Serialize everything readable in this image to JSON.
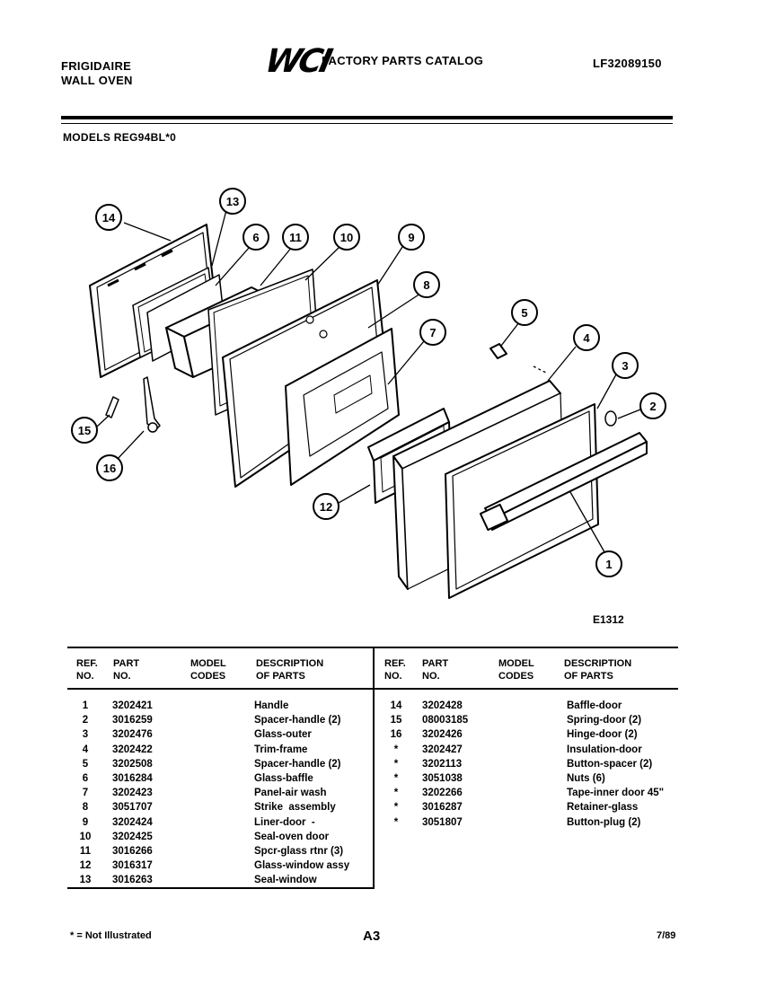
{
  "header": {
    "brand_line1": "FRIGIDAIRE",
    "brand_line2": "WALL OVEN",
    "logo_text": "WCI",
    "catalog_title": "FACTORY PARTS CATALOG",
    "catalog_number": "LF32089150",
    "models_line": "MODELS REG94BL*0"
  },
  "diagram": {
    "figure_code": "E1312",
    "callouts": [
      "1",
      "2",
      "3",
      "4",
      "5",
      "6",
      "7",
      "8",
      "9",
      "10",
      "11",
      "12",
      "13",
      "14",
      "15",
      "16"
    ]
  },
  "table": {
    "headers": {
      "ref_1": "REF.",
      "ref_2": "NO.",
      "part_1": "PART",
      "part_2": "NO.",
      "model_1": "MODEL",
      "model_2": "CODES",
      "desc_1": "DESCRIPTION",
      "desc_2": "OF PARTS"
    },
    "left_rows": [
      {
        "ref": "1",
        "part": "3202421",
        "desc": "Handle"
      },
      {
        "ref": "2",
        "part": "3016259",
        "desc": "Spacer-handle (2)"
      },
      {
        "ref": "3",
        "part": "3202476",
        "desc": "Glass-outer"
      },
      {
        "ref": "4",
        "part": "3202422",
        "desc": "Trim-frame"
      },
      {
        "ref": "5",
        "part": "3202508",
        "desc": "Spacer-handle (2)"
      },
      {
        "ref": "6",
        "part": "3016284",
        "desc": "Glass-baffle"
      },
      {
        "ref": "7",
        "part": "3202423",
        "desc": "Panel-air wash"
      },
      {
        "ref": "8",
        "part": "3051707",
        "desc": "Strike  assembly"
      },
      {
        "ref": "9",
        "part": "3202424",
        "desc": "Liner-door  -"
      },
      {
        "ref": "10",
        "part": "3202425",
        "desc": "Seal-oven door"
      },
      {
        "ref": "11",
        "part": "3016266",
        "desc": "Spcr-glass rtnr (3)"
      },
      {
        "ref": "12",
        "part": "3016317",
        "desc": "Glass-window assy"
      },
      {
        "ref": "13",
        "part": "3016263",
        "desc": "Seal-window"
      }
    ],
    "right_rows": [
      {
        "ref": "14",
        "part": "3202428",
        "desc": "Baffle-door"
      },
      {
        "ref": "15",
        "part": "08003185",
        "desc": "Spring-door (2)"
      },
      {
        "ref": "16",
        "part": "3202426",
        "desc": "Hinge-door (2)"
      },
      {
        "ref": "*",
        "part": "3202427",
        "desc": "Insulation-door"
      },
      {
        "ref": "*",
        "part": "3202113",
        "desc": "Button-spacer (2)"
      },
      {
        "ref": "*",
        "part": "3051038",
        "desc": "Nuts (6)"
      },
      {
        "ref": "*",
        "part": "3202266",
        "desc": "Tape-inner door 45\""
      },
      {
        "ref": "*",
        "part": "3016287",
        "desc": "Retainer-glass"
      },
      {
        "ref": "*",
        "part": "3051807",
        "desc": "Button-plug (2)"
      }
    ]
  },
  "footer": {
    "note": "* = Not Illustrated",
    "page": "A3",
    "date": "7/89"
  }
}
